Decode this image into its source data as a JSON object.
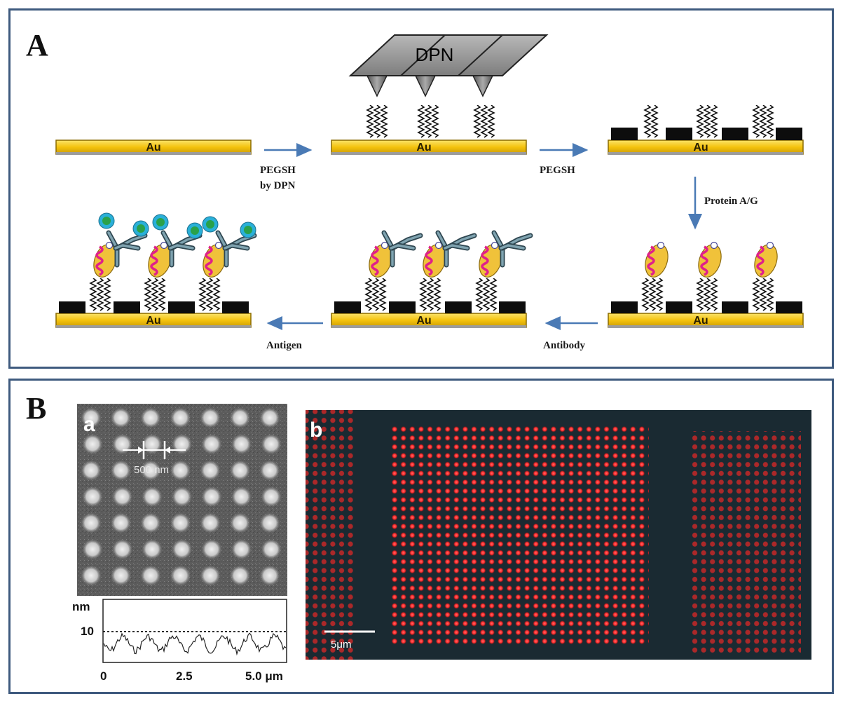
{
  "panels": {
    "a_letter": "A",
    "b_letter": "B"
  },
  "schematic": {
    "substrate_label": "Au",
    "dpn_label": "DPN",
    "steps": {
      "step1_line1": "PEGSH",
      "step1_line2": "by DPN",
      "step2": "PEGSH",
      "step3": "Protein A/G",
      "step4": "Antibody",
      "step5": "Antigen"
    }
  },
  "micrograph_a": {
    "label": "a",
    "spacing_label": "500 nm",
    "profile": {
      "unit": "nm",
      "y_tick": "10",
      "x_ticks": [
        "0",
        "2.5",
        "5.0 μm"
      ]
    }
  },
  "micrograph_b": {
    "label": "b",
    "scale_bar": "5μm"
  },
  "colors": {
    "frame": "#3e5a7e",
    "gold": "#f4c20d",
    "arrow": "#4a7ab5",
    "antibody": "#5e7c8a",
    "antigen_core": "#2aa14a",
    "antigen_ring": "#2ab0d8",
    "fluorescence": "#ff3030"
  }
}
